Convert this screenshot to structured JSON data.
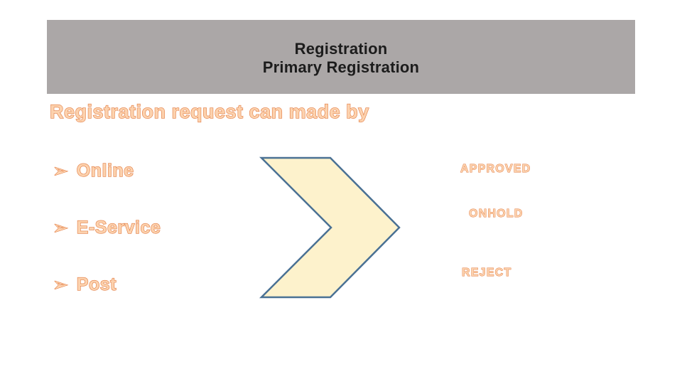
{
  "slide": {
    "header": {
      "line1": "Registration",
      "line2": "Primary Registration"
    },
    "heading": "Registration request can made by",
    "bullet_marker": "➢",
    "bullets": [
      {
        "label": "Online"
      },
      {
        "label": "E-Service"
      },
      {
        "label": "Post"
      }
    ],
    "statuses": [
      {
        "label": "APPROVED"
      },
      {
        "label": "ONHOLD"
      },
      {
        "label": "REJECT"
      }
    ],
    "icons": {
      "bullet": "arrowhead-bullet-icon",
      "shape": "chevron-right-arrow"
    },
    "colors": {
      "background": "#ffffff",
      "header_bg": "#aba7a7",
      "header_text": "#1c1c1c",
      "accent_fill": "#fcd2ae",
      "accent_outline": "#e2793f",
      "chevron_fill": "#fdf2cc",
      "chevron_stroke": "#4a7194"
    }
  }
}
